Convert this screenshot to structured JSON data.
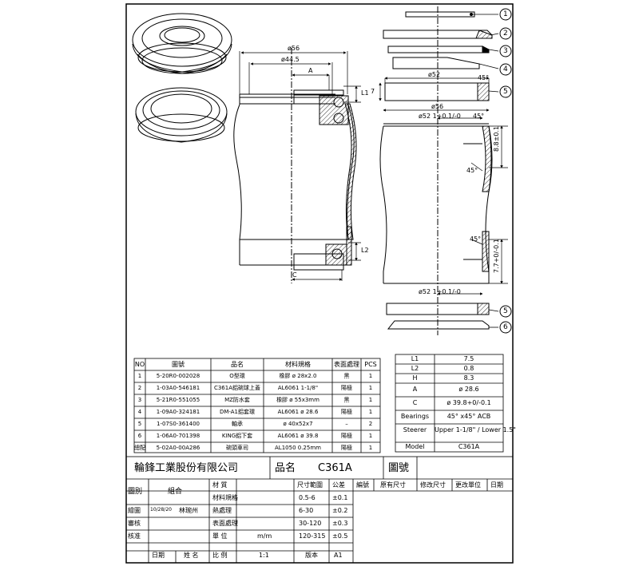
{
  "callouts": [
    "1",
    "2",
    "3",
    "4",
    "5",
    "6"
  ],
  "dims": {
    "d56_top": "ø56",
    "d44_5": "ø44.5",
    "a_label": "A",
    "l1_label": "L1",
    "l2_label": "L2",
    "c_label": "C",
    "d52_top": "ø52",
    "d7": "7",
    "d45_top": "45°",
    "d56_mid": "ø56",
    "d52_tol_top": "ø52 1+0.1/-0",
    "d45_mid": "45°",
    "d8_8": "8.8±0.1",
    "d45_low": "45°",
    "d7_7": "7.7+0/-0.1",
    "d45_low2": "45°",
    "d52_tol_bot": "ø52 1+0.1/-0"
  },
  "parts_table": {
    "headers": [
      "NO",
      "圖號",
      "品名",
      "材料規格",
      "表面處理",
      "PCS"
    ],
    "rows": [
      [
        "1",
        "5-20R0-002028",
        "O型環",
        "橡膠 ø 28x2.0",
        "黑",
        "1"
      ],
      [
        "2",
        "1-03A0-546181",
        "C361A鋁碗球上蓋",
        "AL6061 1-1/8\"",
        "陽極",
        "1"
      ],
      [
        "3",
        "5-21R0-551055",
        "MZ防水套",
        "橡膠 ø 55x3mm",
        "黑",
        "1"
      ],
      [
        "4",
        "1-09A0-324181",
        "DM-A1鋁套環",
        "AL6061 ø 28.6",
        "陽極",
        "1"
      ],
      [
        "5",
        "1-07S0-361400",
        "軸承",
        "ø 40x52x7",
        "–",
        "2"
      ],
      [
        "6",
        "1-06A0-701398",
        "KING鋁下套",
        "AL6061 ø 39.8",
        "陽極",
        "1"
      ],
      [
        "總配",
        "5-02A0-00A286",
        "碗頭車司",
        "AL1050 0.25mm",
        "陽極",
        "1"
      ]
    ]
  },
  "spec_table": [
    [
      "L1",
      "7.5"
    ],
    [
      "L2",
      "0.8"
    ],
    [
      "H",
      "8.3"
    ],
    [
      "A",
      "ø 28.6"
    ],
    [
      "C",
      "ø 39.8+0/-0.1"
    ],
    [
      "Bearings",
      "45° x45° ACB"
    ],
    [
      "Steerer",
      "Upper 1-1/8\" / Lower 1.5\""
    ],
    [
      "Model",
      "C361A"
    ]
  ],
  "title_block": {
    "company": "輪鋒工業股份有限公司",
    "name_label": "品名",
    "name_value": "C361A",
    "drawing_no_label": "圖號",
    "category_label": "圖別",
    "category_value": "組合",
    "material_label": "材 質",
    "spec_label": "材料規格",
    "surface_label": "熱處理",
    "surface2_label": "表面處理",
    "unit_label": "單 位",
    "unit_value": "m/m",
    "scale_label": "比 例",
    "scale_value": "1:1",
    "drawn_label": "繪圖",
    "drawn_date": "10/28/20",
    "drawn_name": "林琬州",
    "check_label": "審核",
    "approve_label": "核准",
    "date_label": "日期",
    "name_col_label": "姓 名",
    "tol_headers": [
      "尺寸範圍",
      "公差"
    ],
    "tolerances": [
      [
        "0.5-6",
        "±0.1"
      ],
      [
        "6-30",
        "±0.2"
      ],
      [
        "30-120",
        "±0.3"
      ],
      [
        "120-315",
        "±0.5"
      ]
    ],
    "version_label": "版本",
    "version_value": "A1",
    "revision_headers": [
      "編號",
      "原有尺寸",
      "修改尺寸",
      "更改單位",
      "日期"
    ]
  }
}
